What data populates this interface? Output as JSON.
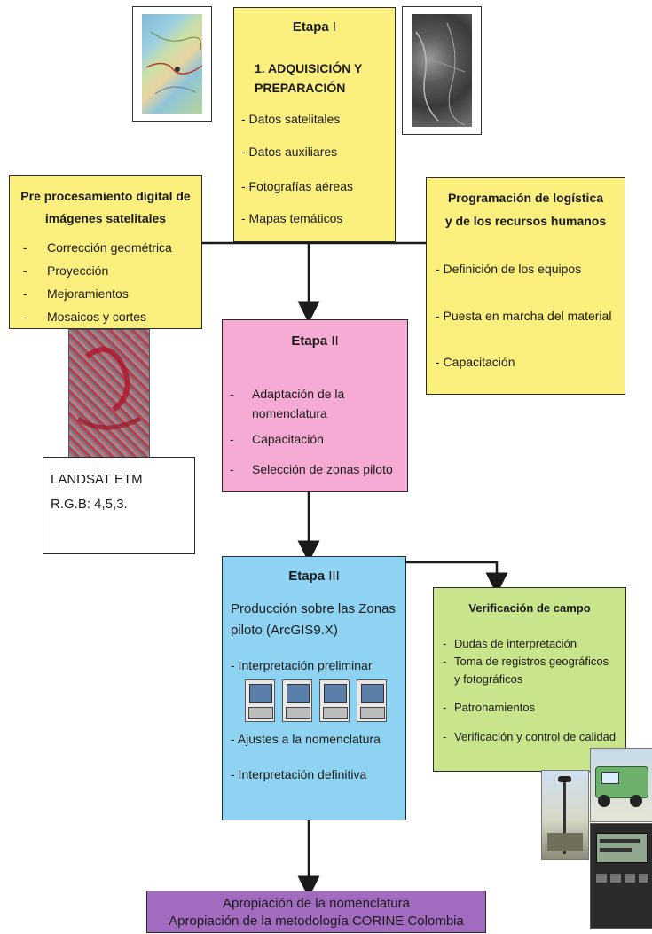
{
  "stage1": {
    "title_bold": "Etapa",
    "title_num": "I",
    "heading_line1": "1. ADQUISICIÓN Y",
    "heading_line2": "PREPARACIÓN",
    "items": [
      "- Datos satelitales",
      "- Datos auxiliares",
      "- Fotografías aéreas",
      "- Mapas temáticos"
    ]
  },
  "preproc": {
    "title_line1": "Pre procesamiento digital de",
    "title_line2": "imágenes satelitales",
    "items": [
      "Corrección geométrica",
      "Proyección",
      "Mejoramientos",
      "Mosaicos y cortes"
    ]
  },
  "logistics": {
    "title_line1": "Programación de logística",
    "title_line2": "y de los recursos humanos",
    "items": [
      "- Definición de los equipos",
      "- Puesta en marcha del material",
      "- Capacitación"
    ]
  },
  "stage2": {
    "title_bold": "Etapa",
    "title_num": "II",
    "item1_line1": "Adaptación de la",
    "item1_line2": "nomenclatura",
    "item2": "Capacitación",
    "item3": "Selección de zonas piloto"
  },
  "landsat": {
    "line1": "LANDSAT ETM",
    "line2": "R.G.B: 4,5,3."
  },
  "stage3": {
    "title_bold": "Etapa",
    "title_num": "III",
    "prod_line1": "Producción sobre las Zonas",
    "prod_line2": "piloto (ArcGIS9.X)",
    "items": [
      "- Interpretación preliminar",
      "- Ajustes a la nomenclatura",
      "- Interpretación definitiva"
    ]
  },
  "verification": {
    "title": "Verificación de campo",
    "items": [
      "Dudas de interpretación",
      "Toma de registros geográficos",
      "y fotográficos",
      "Patronamientos",
      "Verificación y control de calidad"
    ]
  },
  "final": {
    "line1": "Apropiación de la nomenclatura",
    "line2": "Apropiación de la metodología CORINE Colombia"
  },
  "colors": {
    "yellow": "#fbef7d",
    "pink": "#f5abd3",
    "blue": "#8ed4f2",
    "green": "#c9e58c",
    "purple": "#a36bc0"
  },
  "icons": [
    "map-thumbnail-icon",
    "satellite-image-icon",
    "landsat-image-icon",
    "computer-icon",
    "field-photos-icon"
  ]
}
